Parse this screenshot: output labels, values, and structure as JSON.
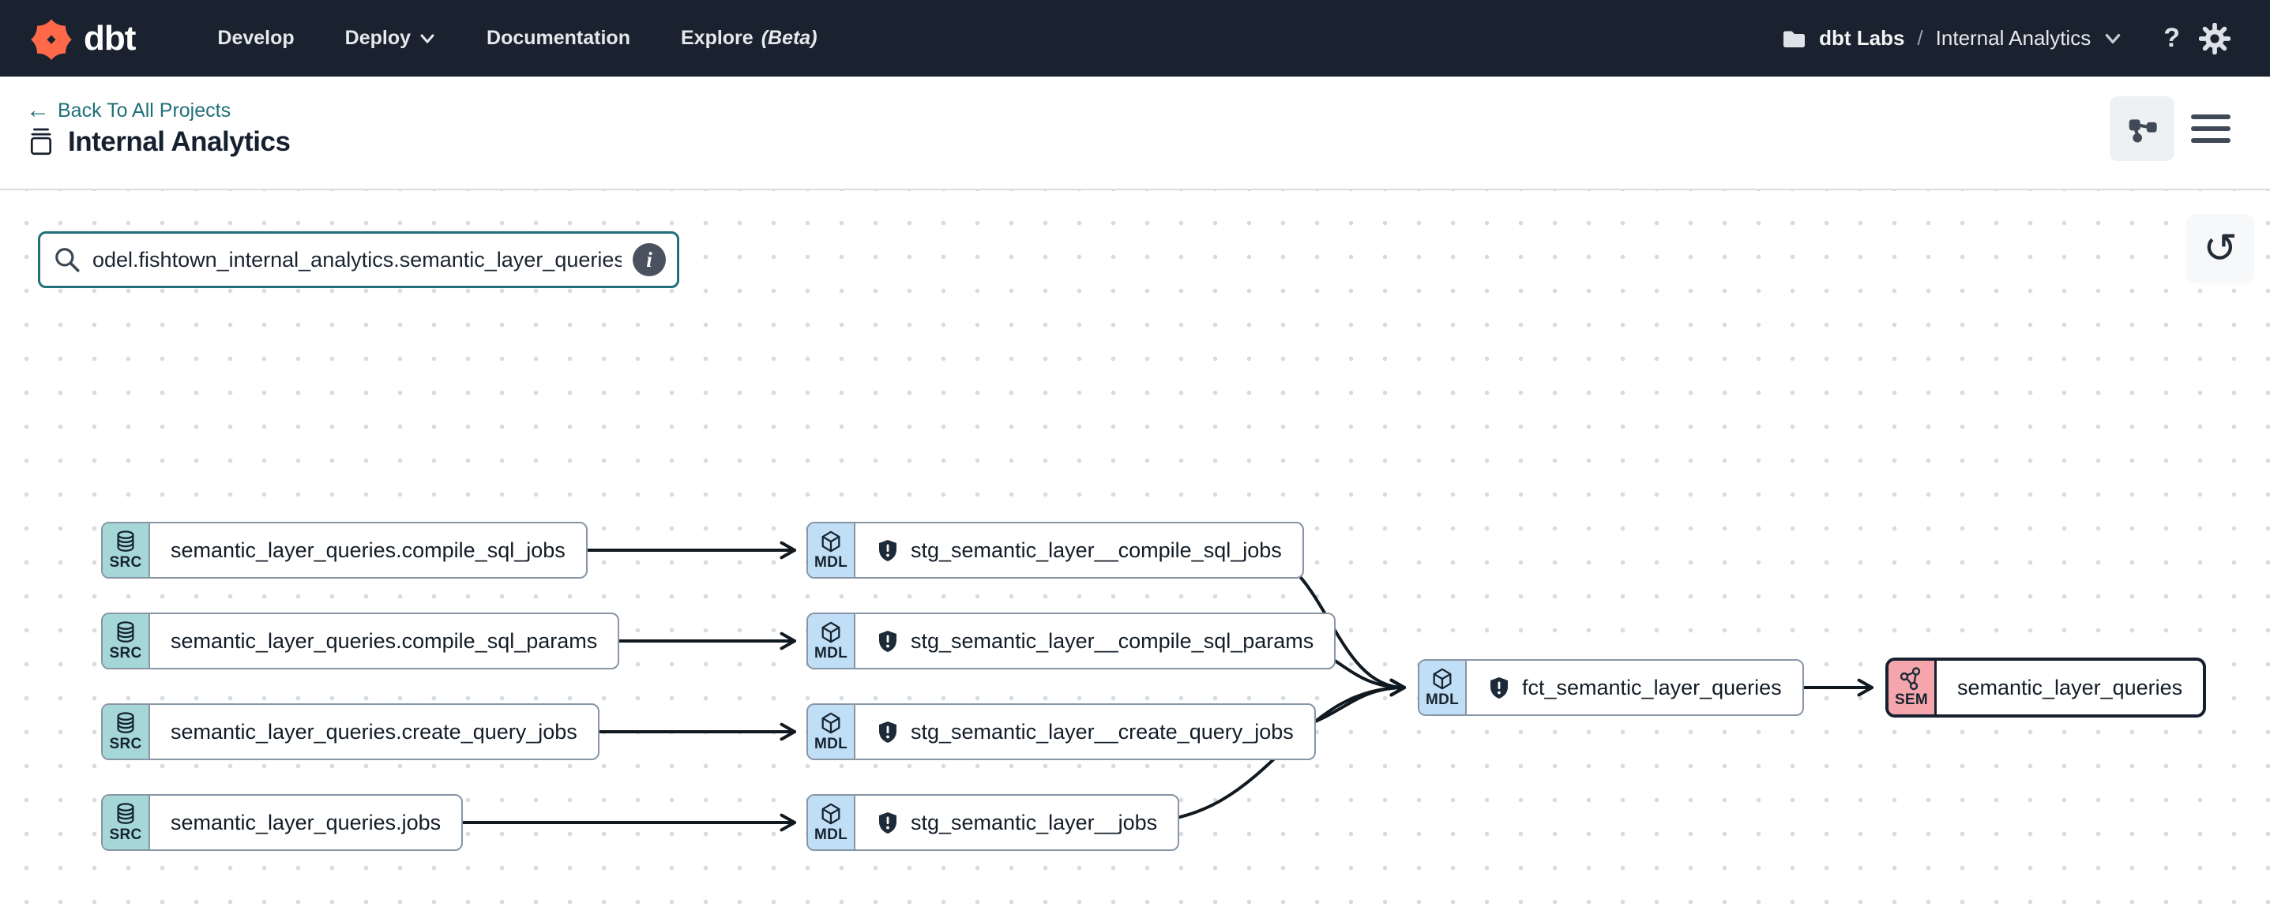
{
  "navbar": {
    "brand": "dbt",
    "items": [
      {
        "label": "Develop"
      },
      {
        "label": "Deploy"
      },
      {
        "label": "Documentation"
      },
      {
        "label": "Explore",
        "suffix": "(Beta)"
      }
    ],
    "account": {
      "org": "dbt Labs",
      "separator": "/",
      "project": "Internal Analytics"
    },
    "help_glyph": "?"
  },
  "header": {
    "back_arrow": "←",
    "back_link": "Back To All Projects",
    "title": "Internal Analytics"
  },
  "toolbar": {
    "search_value": "odel.fishtown_internal_analytics.semantic_layer_queries",
    "info_glyph": "i",
    "reset_glyph": "↺"
  },
  "graph": {
    "badges": {
      "source": "SRC",
      "model": "MDL",
      "semantic": "SEM"
    },
    "sources": [
      {
        "label": "semantic_layer_queries.compile_sql_jobs"
      },
      {
        "label": "semantic_layer_queries.compile_sql_params"
      },
      {
        "label": "semantic_layer_queries.create_query_jobs"
      },
      {
        "label": "semantic_layer_queries.jobs"
      }
    ],
    "staging": [
      {
        "label": "stg_semantic_layer__compile_sql_jobs"
      },
      {
        "label": "stg_semantic_layer__compile_sql_params"
      },
      {
        "label": "stg_semantic_layer__create_query_jobs"
      },
      {
        "label": "stg_semantic_layer__jobs"
      }
    ],
    "fct": {
      "label": "fct_semantic_layer_queries"
    },
    "semantic": {
      "label": "semantic_layer_queries"
    }
  },
  "colors": {
    "navbar_bg": "#1a222f",
    "brand_orange": "#ff694a",
    "teal_accent": "#20707a",
    "source_badge": "#a6d7d7",
    "model_badge": "#c1def7",
    "semantic_badge": "#f5a6ac",
    "edge": "#101820",
    "node_border": "#8795a5",
    "selected_border": "#16202e",
    "spellcheck_red": "#e0524e"
  }
}
